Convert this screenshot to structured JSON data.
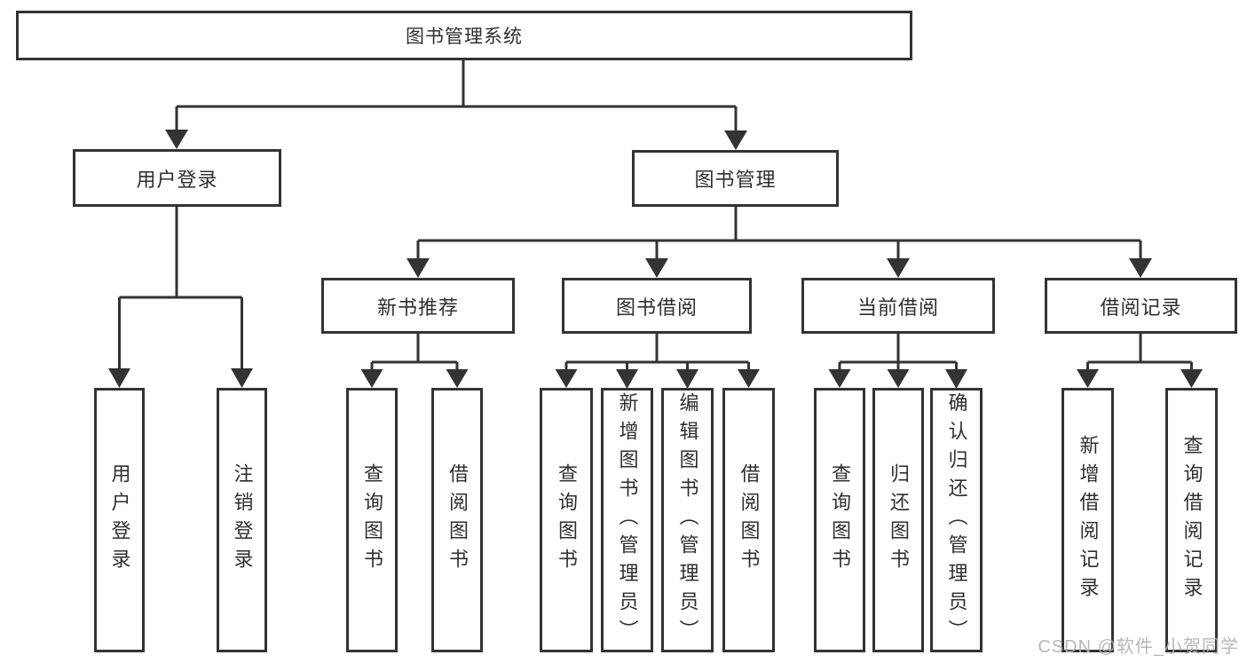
{
  "diagram_title": "图书管理系统",
  "tree": {
    "label": "图书管理系统",
    "children": [
      {
        "label": "用户登录",
        "children": [
          {
            "label": "用户登录"
          },
          {
            "label": "注销登录"
          }
        ]
      },
      {
        "label": "图书管理",
        "children": [
          {
            "label": "新书推荐",
            "children": [
              {
                "label": "查询图书"
              },
              {
                "label": "借阅图书"
              }
            ]
          },
          {
            "label": "图书借阅",
            "children": [
              {
                "label": "查询图书"
              },
              {
                "label": "新增图书（管理员）"
              },
              {
                "label": "编辑图书（管理员）"
              },
              {
                "label": "借阅图书"
              }
            ]
          },
          {
            "label": "当前借阅",
            "children": [
              {
                "label": "查询图书"
              },
              {
                "label": "归还图书"
              },
              {
                "label": "确认归还（管理员）"
              }
            ]
          },
          {
            "label": "借阅记录",
            "children": [
              {
                "label": "新增借阅记录"
              },
              {
                "label": "查询借阅记录"
              }
            ]
          }
        ]
      }
    ]
  },
  "watermark": {
    "text": "CSDN @软件_小贺同学"
  },
  "colors": {
    "line": "#333333",
    "text": "#2f2f2f",
    "watermark": "#b2b2b2",
    "background": "#ffffff"
  }
}
